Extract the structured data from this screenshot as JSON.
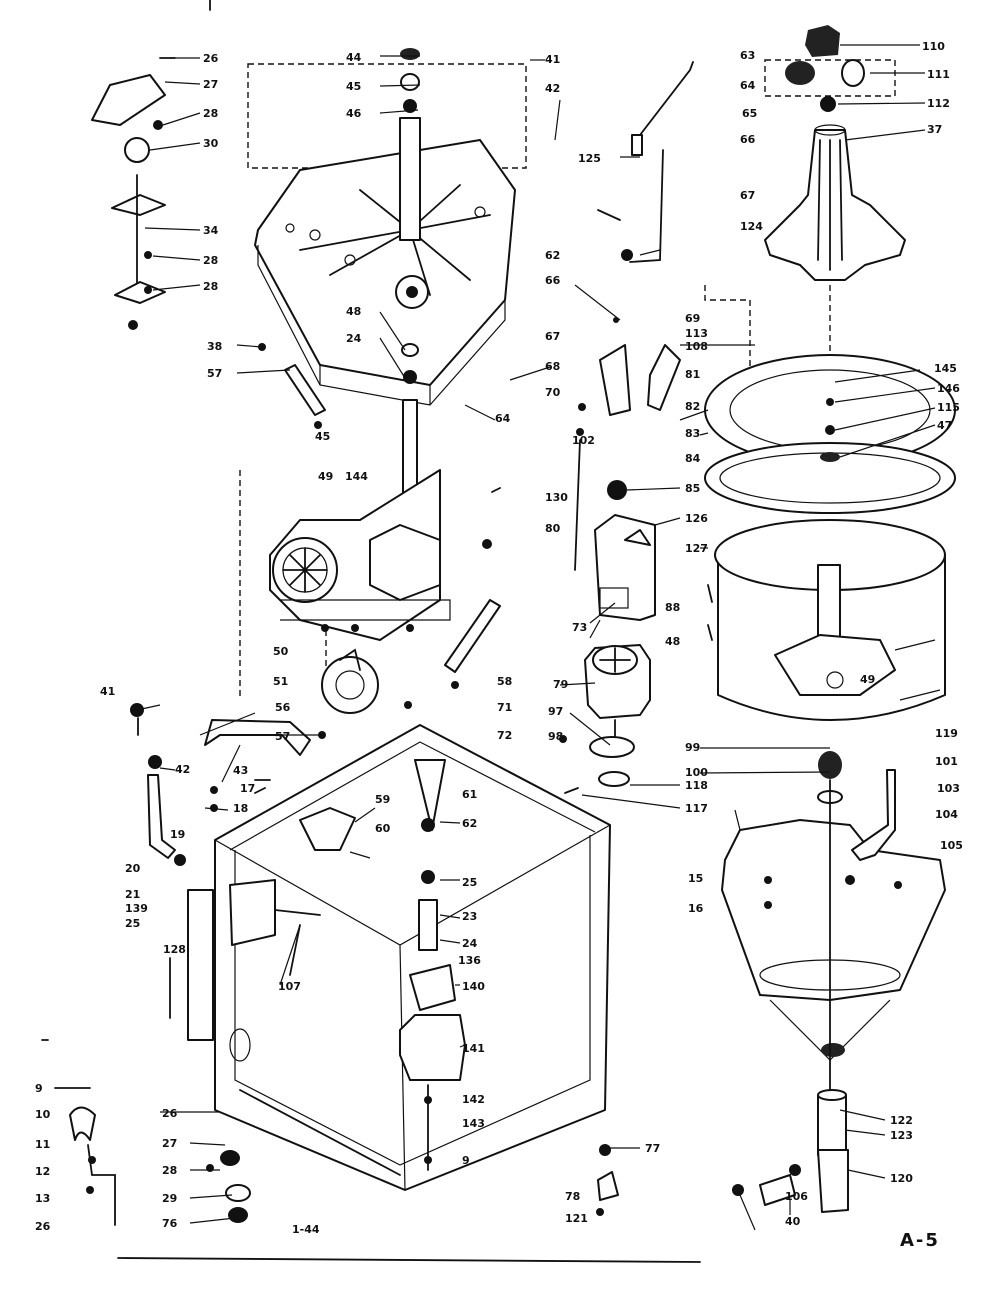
{
  "page_label": "A-5",
  "stray_labels": [
    "1-44"
  ],
  "callouts": [
    "26",
    "27",
    "28",
    "30",
    "34",
    "28",
    "28",
    "44",
    "45",
    "46",
    "41",
    "42",
    "125",
    "62",
    "63",
    "64",
    "65",
    "66",
    "67",
    "124",
    "110",
    "111",
    "112",
    "37",
    "38",
    "57",
    "45",
    "48",
    "24",
    "64",
    "66",
    "67",
    "68",
    "69",
    "70",
    "102",
    "108",
    "113",
    "145",
    "146",
    "115",
    "47",
    "49",
    "144",
    "130",
    "80",
    "81",
    "82",
    "83",
    "84",
    "85",
    "126",
    "127",
    "88",
    "48",
    "49",
    "50",
    "51",
    "56",
    "57",
    "58",
    "71",
    "72",
    "73",
    "79",
    "97",
    "98",
    "99",
    "100",
    "118",
    "117",
    "119",
    "101",
    "103",
    "104",
    "105",
    "15",
    "16",
    "41",
    "42",
    "43",
    "17",
    "18",
    "19",
    "20",
    "21",
    "25",
    "139",
    "128",
    "59",
    "60",
    "61",
    "62",
    "107",
    "23",
    "24",
    "25",
    "136",
    "140",
    "141",
    "142",
    "143",
    "9",
    "9",
    "10",
    "11",
    "12",
    "13",
    "26",
    "26",
    "27",
    "28",
    "29",
    "76",
    "77",
    "78",
    "121",
    "122",
    "123",
    "120",
    "106",
    "40"
  ]
}
